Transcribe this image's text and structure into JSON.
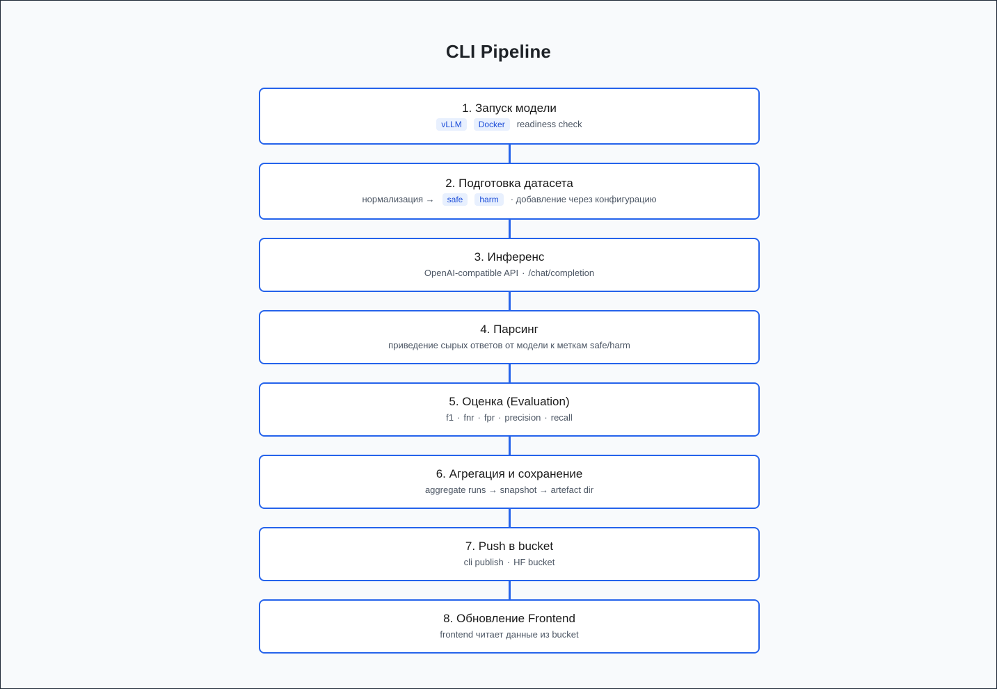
{
  "title": "CLI Pipeline",
  "steps": [
    {
      "title": "1. Запуск модели",
      "tags": [
        "vLLM",
        "Docker"
      ],
      "note": "readiness check"
    },
    {
      "title": "2. Подготовка датасета",
      "prefix": "нормализация →",
      "tags": [
        "safe",
        "harm"
      ],
      "suffix": "· добавление через конфигурацию"
    },
    {
      "title": "3. Инференс",
      "parts": [
        "OpenAI-compatible API",
        "/chat/completion"
      ]
    },
    {
      "title": "4. Парсинг",
      "parts": [
        "приведение сырых ответов от модели к меткам safe/harm"
      ]
    },
    {
      "title": "5. Оценка (Evaluation)",
      "parts": [
        "f1",
        "fnr",
        "fpr",
        "precision",
        "recall"
      ]
    },
    {
      "title": "6. Агрегация и сохранение",
      "parts": [
        "aggregate runs → snapshot → artefact dir"
      ]
    },
    {
      "title": "7. Push в bucket",
      "parts": [
        "cli publish",
        "HF bucket"
      ]
    },
    {
      "title": "8. Обновление Frontend",
      "parts": [
        "frontend читает данные из bucket"
      ]
    }
  ],
  "separator": "·",
  "colors": {
    "accent": "#2563eb",
    "tag_bg": "#e8f0fe",
    "tag_text": "#1d4ed8"
  }
}
